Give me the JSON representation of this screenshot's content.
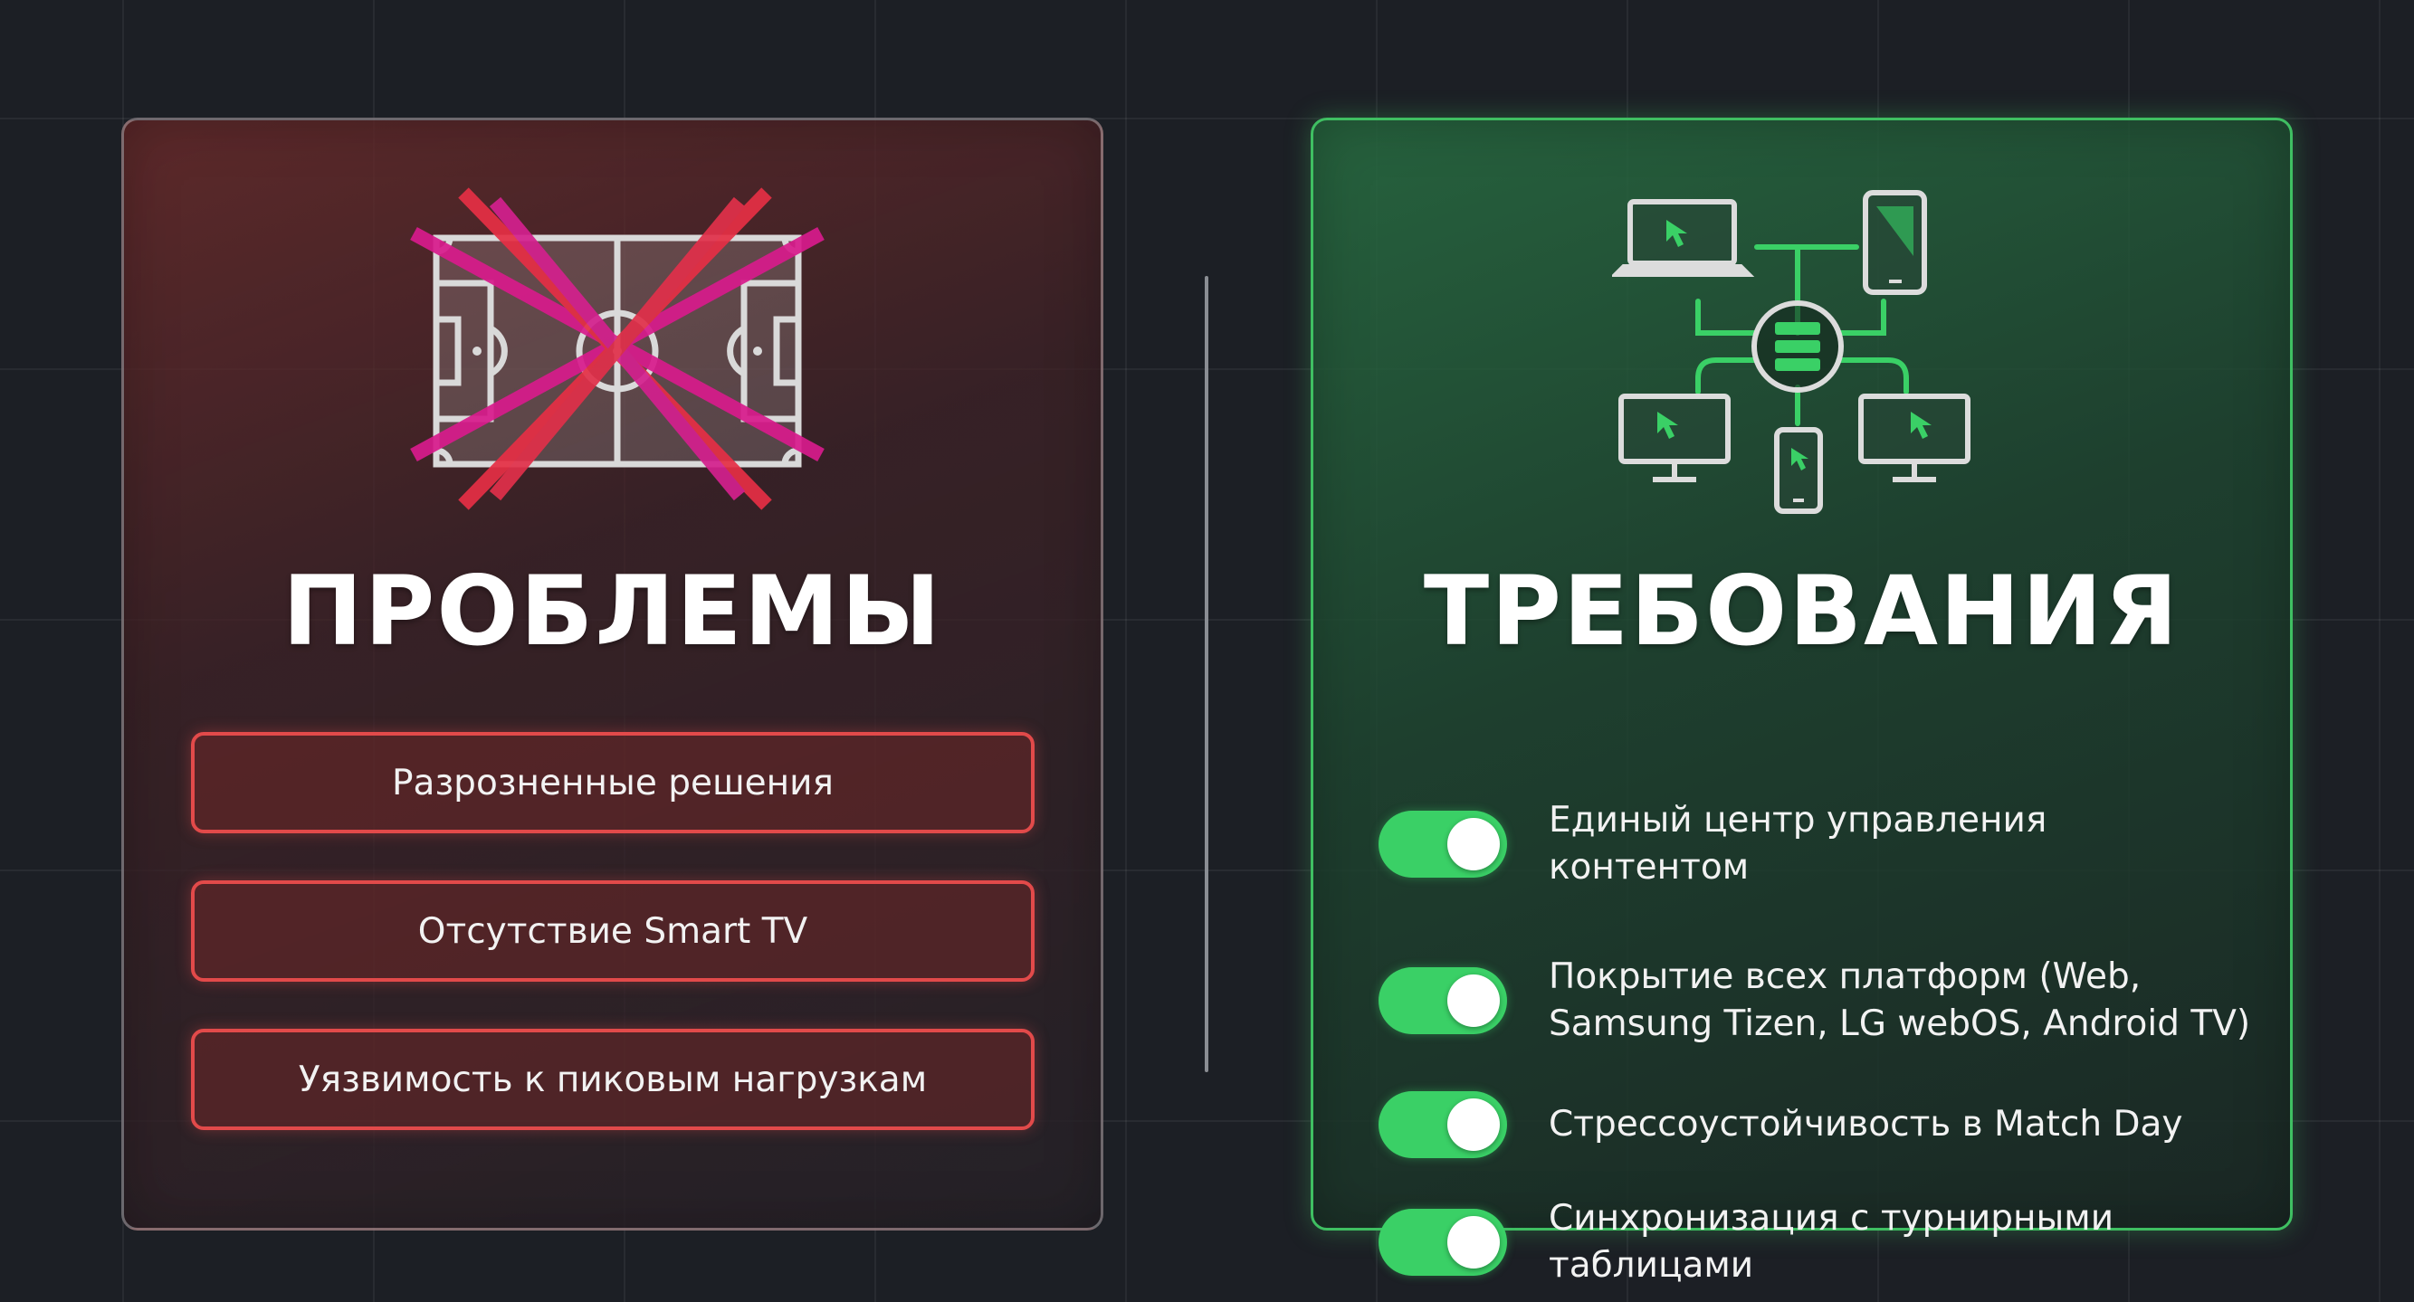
{
  "problems": {
    "title": "ПРОБЛЕМЫ",
    "items": [
      "Разрозненные решения",
      "Отсутствие Smart TV",
      "Уязвимость к пиковым нагрузкам"
    ],
    "illustration_icon": "crossed-out-football-pitch-icon"
  },
  "requirements": {
    "title": "ТРЕБОВАНИЯ",
    "items": [
      "Единый центр управления контентом",
      "Покрытие всех платформ (Web, Samsung Tizen, LG webOS, Android TV)",
      "Стрессоустойчивость в Match Day",
      "Синхронизация с турнирными таблицами"
    ],
    "illustration_icon": "multi-device-network-icon"
  },
  "colors": {
    "problem_accent": "#e24a4a",
    "requirement_accent": "#3ad066",
    "cross_pink": "#d81b8c",
    "cross_red": "#e62f45"
  }
}
